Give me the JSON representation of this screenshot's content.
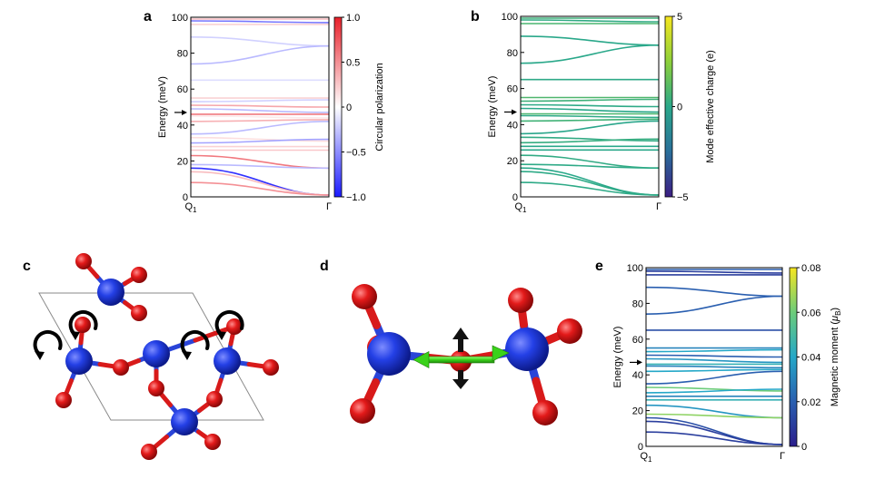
{
  "panels": [
    "a",
    "b",
    "c",
    "d",
    "e"
  ],
  "chart_data": [
    {
      "panel": "a",
      "type": "line",
      "ylabel": "Energy (meV)",
      "x_ticks": [
        "Q",
        "Γ"
      ],
      "x_tick_sub": "1",
      "ylim": [
        0,
        100
      ],
      "y_ticks": [
        "0",
        "20",
        "40",
        "60",
        "80",
        "100"
      ],
      "marker_energy": 47,
      "colorbar": {
        "label": "Circular polarization",
        "ticks": [
          "1.0",
          "0.5",
          "0",
          "−0.5",
          "−1.0"
        ],
        "tick_values": [
          1.0,
          0.5,
          0,
          -0.5,
          -1.0
        ],
        "range": [
          -1.0,
          1.0
        ],
        "colors": [
          "#1a1aff",
          "#ffffff",
          "#e8202a"
        ]
      },
      "series": [
        {
          "start": 99,
          "end": 99,
          "c": 0.3
        },
        {
          "start": 98,
          "end": 97,
          "c": -0.6
        },
        {
          "start": 96,
          "end": 96,
          "c": 0.2
        },
        {
          "start": 89,
          "end": 84,
          "c": -0.2
        },
        {
          "start": 74,
          "end": 84,
          "c": -0.3
        },
        {
          "start": 65,
          "end": 65,
          "c": -0.15
        },
        {
          "start": 55,
          "end": 55,
          "c": 0.2
        },
        {
          "start": 53,
          "end": 54,
          "c": -0.2
        },
        {
          "start": 51,
          "end": 50,
          "c": 0.4
        },
        {
          "start": 49,
          "end": 47,
          "c": -0.3
        },
        {
          "start": 46,
          "end": 46,
          "c": 0.6
        },
        {
          "start": 45,
          "end": 44,
          "c": 0.1
        },
        {
          "start": 42,
          "end": 43,
          "c": 0.35
        },
        {
          "start": 35,
          "end": 42,
          "c": -0.3
        },
        {
          "start": 33,
          "end": 31,
          "c": 0.15
        },
        {
          "start": 30,
          "end": 32,
          "c": -0.4
        },
        {
          "start": 28,
          "end": 28,
          "c": 0.2
        },
        {
          "start": 26,
          "end": 26,
          "c": 0.25
        },
        {
          "start": 23,
          "end": 16,
          "c": 0.6
        },
        {
          "start": 18,
          "end": 16,
          "c": -0.3
        },
        {
          "start": 16,
          "end": 1,
          "c": -0.9
        },
        {
          "start": 14,
          "end": 1,
          "c": 0.3
        },
        {
          "start": 8,
          "end": 1,
          "c": 0.5
        }
      ]
    },
    {
      "panel": "b",
      "type": "line",
      "ylabel": "Energy (meV)",
      "x_ticks": [
        "Q",
        "Γ"
      ],
      "x_tick_sub": "1",
      "ylim": [
        0,
        100
      ],
      "y_ticks": [
        "0",
        "20",
        "40",
        "60",
        "80",
        "100"
      ],
      "marker_energy": 47,
      "colorbar": {
        "label": "Mode effective charge (e)",
        "ticks": [
          "5",
          "0",
          "−5"
        ],
        "tick_values": [
          5,
          0,
          -5
        ],
        "range": [
          -5,
          5
        ],
        "colors": [
          "#3b1e83",
          "#2a6f9a",
          "#2aa88a",
          "#8ed03a",
          "#f6e620"
        ]
      },
      "series": [
        {
          "start": 99,
          "end": 99,
          "c": 0.5
        },
        {
          "start": 98,
          "end": 97,
          "c": 0.2
        },
        {
          "start": 96,
          "end": 96,
          "c": 0.8
        },
        {
          "start": 89,
          "end": 84,
          "c": 0.0
        },
        {
          "start": 74,
          "end": 84,
          "c": 0.0
        },
        {
          "start": 65,
          "end": 65,
          "c": 0.1
        },
        {
          "start": 55,
          "end": 55,
          "c": 0.9
        },
        {
          "start": 53,
          "end": 54,
          "c": 0.5
        },
        {
          "start": 51,
          "end": 50,
          "c": 0.1
        },
        {
          "start": 49,
          "end": 47,
          "c": 0.0
        },
        {
          "start": 46,
          "end": 46,
          "c": 0.85
        },
        {
          "start": 45,
          "end": 44,
          "c": 0.1
        },
        {
          "start": 42,
          "end": 43,
          "c": 0.6
        },
        {
          "start": 35,
          "end": 42,
          "c": -0.1
        },
        {
          "start": 33,
          "end": 31,
          "c": 0.2
        },
        {
          "start": 30,
          "end": 32,
          "c": 0.3
        },
        {
          "start": 28,
          "end": 28,
          "c": 0.0
        },
        {
          "start": 26,
          "end": 26,
          "c": 0.0
        },
        {
          "start": 23,
          "end": 16,
          "c": 0.2
        },
        {
          "start": 18,
          "end": 16,
          "c": 0.1
        },
        {
          "start": 16,
          "end": 1,
          "c": 0.0
        },
        {
          "start": 14,
          "end": 1,
          "c": 0.1
        },
        {
          "start": 8,
          "end": 1,
          "c": 0.1
        }
      ]
    },
    {
      "panel": "e",
      "type": "line",
      "ylabel": "Energy (meV)",
      "x_ticks": [
        "Q",
        "Γ"
      ],
      "x_tick_sub": "1",
      "ylim": [
        0,
        100
      ],
      "y_ticks": [
        "0",
        "20",
        "40",
        "60",
        "80",
        "100"
      ],
      "marker_energy": 47,
      "colorbar": {
        "label": "Magnetic moment (μ_B)",
        "label_parts": [
          "Magnetic moment (",
          "μ",
          "B",
          ")"
        ],
        "ticks": [
          "0.08",
          "0.06",
          "0.04",
          "0.02",
          "0"
        ],
        "tick_values": [
          0.08,
          0.06,
          0.04,
          0.02,
          0
        ],
        "range": [
          0,
          0.08
        ],
        "colors": [
          "#2b1e8c",
          "#2a5fb0",
          "#25a8c8",
          "#6ccc7a",
          "#f6e620"
        ]
      },
      "series": [
        {
          "start": 99,
          "end": 99,
          "c": 0.02
        },
        {
          "start": 98,
          "end": 97,
          "c": 0.01
        },
        {
          "start": 96,
          "end": 96,
          "c": 0.01
        },
        {
          "start": 89,
          "end": 84,
          "c": 0.02
        },
        {
          "start": 74,
          "end": 84,
          "c": 0.02
        },
        {
          "start": 65,
          "end": 65,
          "c": 0.015
        },
        {
          "start": 55,
          "end": 55,
          "c": 0.03
        },
        {
          "start": 53,
          "end": 54,
          "c": 0.04
        },
        {
          "start": 51,
          "end": 50,
          "c": 0.02
        },
        {
          "start": 49,
          "end": 47,
          "c": 0.035
        },
        {
          "start": 46,
          "end": 46,
          "c": 0.045
        },
        {
          "start": 45,
          "end": 44,
          "c": 0.03
        },
        {
          "start": 42,
          "end": 43,
          "c": 0.04
        },
        {
          "start": 35,
          "end": 42,
          "c": 0.02
        },
        {
          "start": 33,
          "end": 31,
          "c": 0.06
        },
        {
          "start": 30,
          "end": 32,
          "c": 0.04
        },
        {
          "start": 28,
          "end": 28,
          "c": 0.03
        },
        {
          "start": 26,
          "end": 26,
          "c": 0.045
        },
        {
          "start": 23,
          "end": 16,
          "c": 0.035
        },
        {
          "start": 18,
          "end": 16,
          "c": 0.065
        },
        {
          "start": 16,
          "end": 1,
          "c": 0.015
        },
        {
          "start": 14,
          "end": 1,
          "c": 0.01
        },
        {
          "start": 8,
          "end": 1,
          "c": 0.01
        }
      ]
    }
  ],
  "structures": {
    "c": {
      "atom_colors": {
        "metal": "#1f3be0",
        "oxygen": "#e01818",
        "bond_metal": "#2a44d8",
        "bond_oxygen": "#d81a1a",
        "arrow": "#000000"
      }
    },
    "d": {
      "atom_colors": {
        "metal": "#1f3be0",
        "oxygen": "#e01818",
        "displacement": "#3ad21a",
        "spin": "#111111"
      }
    }
  }
}
